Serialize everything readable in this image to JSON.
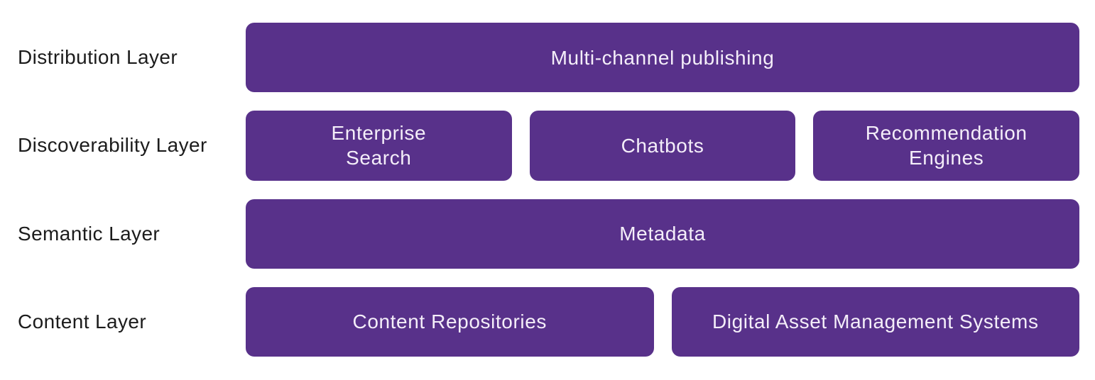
{
  "diagram": {
    "accent_color": "#58318a",
    "box_text_color": "#f4eef9",
    "label_text_color": "#1c1c1c",
    "background_color": "#ffffff",
    "rows": [
      {
        "label": "Distribution Layer",
        "boxes": [
          {
            "text": "Multi-channel publishing"
          }
        ]
      },
      {
        "label": "Discoverability Layer",
        "boxes": [
          {
            "text": "Enterprise\nSearch"
          },
          {
            "text": "Chatbots"
          },
          {
            "text": "Recommendation\nEngines"
          }
        ]
      },
      {
        "label": "Semantic Layer",
        "boxes": [
          {
            "text": "Metadata"
          }
        ]
      },
      {
        "label": "Content Layer",
        "boxes": [
          {
            "text": "Content Repositories"
          },
          {
            "text": "Digital Asset Management Systems"
          }
        ]
      }
    ]
  }
}
